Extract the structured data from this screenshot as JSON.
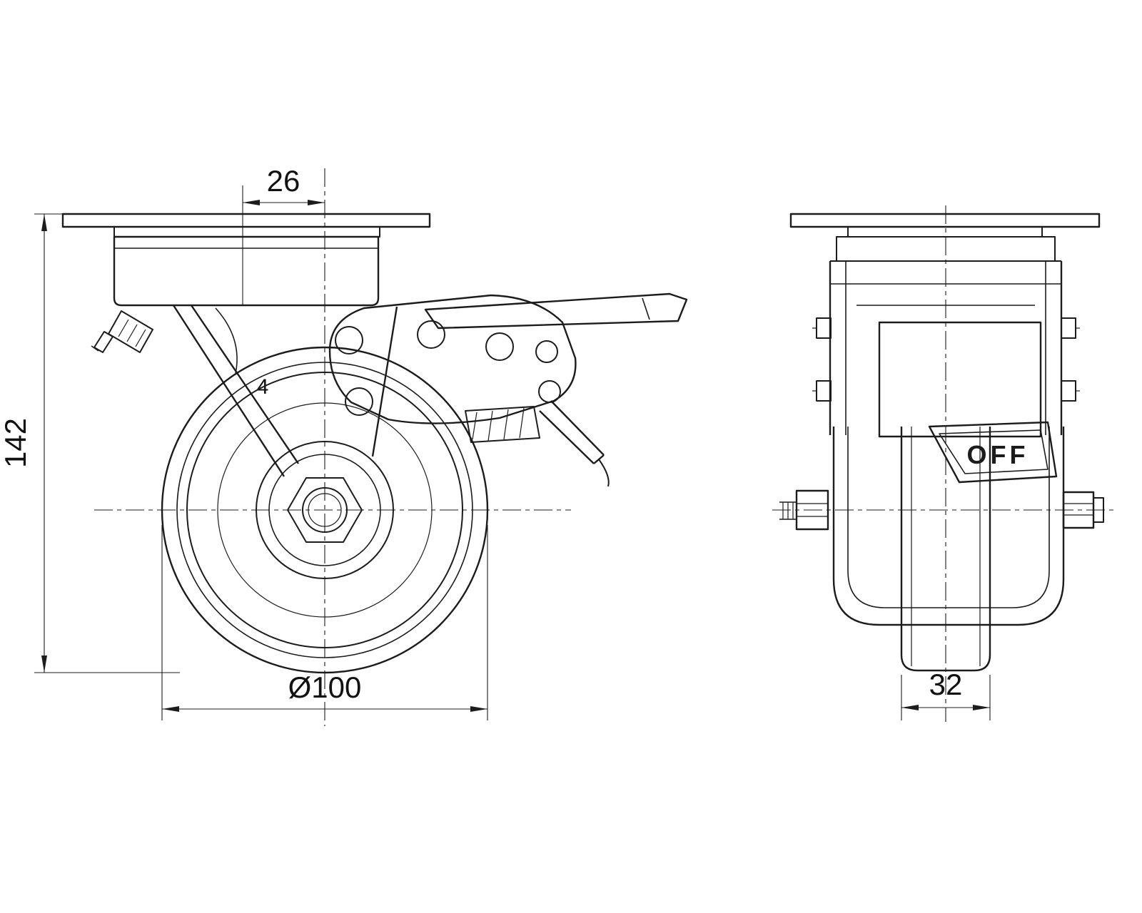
{
  "drawing": {
    "dimensions": {
      "top_offset": "26",
      "overall_height": "142",
      "wheel_diameter": "Ø100",
      "wheel_width": "32"
    },
    "labels": {
      "brake_pedal": "OFF",
      "fork_mark": "4"
    },
    "colors": {
      "line": "#1c1c1c",
      "background": "#ffffff"
    }
  }
}
